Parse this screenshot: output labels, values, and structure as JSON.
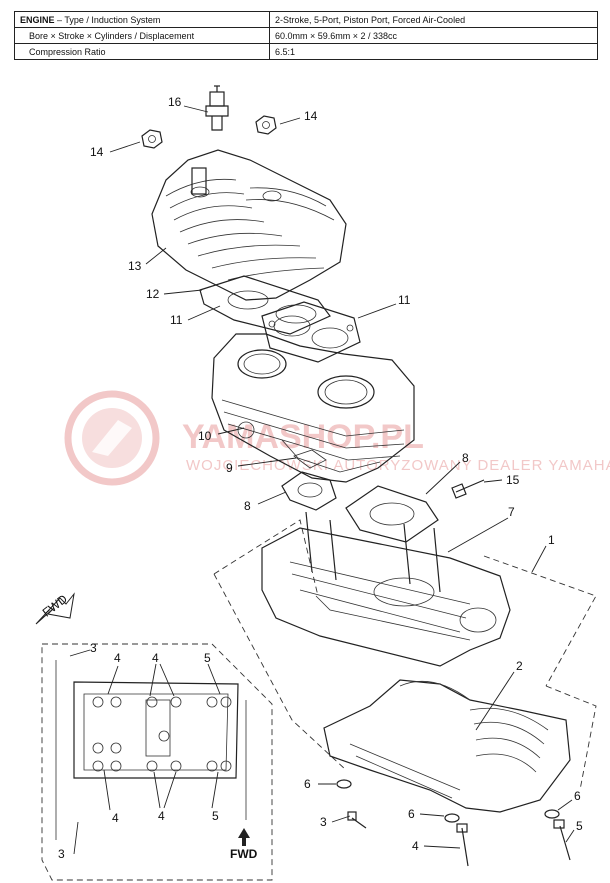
{
  "spec_table": {
    "rows": [
      {
        "label_bold": "ENGINE",
        "label_rest": " – Type / Induction System",
        "value": "2-Stroke, 5-Port, Piston Port, Forced Air-Cooled"
      },
      {
        "label": "Bore × Stroke × Cylinders / Displacement",
        "value": "60.0mm × 59.6mm × 2 / 338cc"
      },
      {
        "label": "Compression Ratio",
        "value": "6.5:1"
      }
    ]
  },
  "watermark": {
    "line1": "YAMASHOP.PL",
    "line2": "WOJCIECHOWSKI AUTORYZOWANY DEALER YAMAHA"
  },
  "callouts": {
    "c16": "16",
    "c14a": "14",
    "c14b": "14",
    "c13": "13",
    "c12": "12",
    "c11a": "11",
    "c11b": "11",
    "c10": "10",
    "c9": "9",
    "c8a": "8",
    "c8b": "8",
    "c15": "15",
    "c7": "7",
    "c1": "1",
    "c2": "2",
    "c6a": "6",
    "c6b": "6",
    "c6c": "6",
    "c3a": "3",
    "c4a": "4",
    "c5a": "5",
    "i3a": "3",
    "i4a": "4",
    "i4b": "4",
    "i5a": "5",
    "i4c": "4",
    "i4d": "4",
    "i5b": "5",
    "i3b": "3"
  },
  "fwd_top": "FWD",
  "fwd_bottom": "FWD"
}
